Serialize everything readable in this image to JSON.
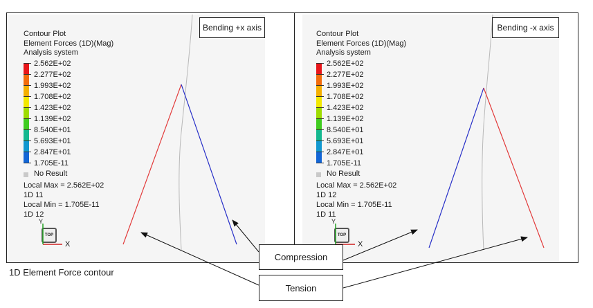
{
  "colors": {
    "scale": [
      "#e8161b",
      "#f36c0b",
      "#f5b000",
      "#f2e800",
      "#9edc00",
      "#3fcc1f",
      "#14b88f",
      "#1198d0",
      "#1366d6",
      "#0f18b5"
    ],
    "compression_line": "#2830c8",
    "tension_line": "#e23a3a",
    "reference_line": "#b8b8b8"
  },
  "legend": {
    "title_line1": "Contour Plot",
    "title_line2": "Element Forces (1D)(Mag)",
    "title_line3": "Analysis system",
    "levels": [
      "2.562E+02",
      "2.277E+02",
      "1.993E+02",
      "1.708E+02",
      "1.423E+02",
      "1.139E+02",
      "8.540E+01",
      "5.693E+01",
      "2.847E+01",
      "1.705E-11"
    ],
    "no_result": "No Result"
  },
  "left_panel": {
    "label": "Bending +x axis",
    "local_max": "Local Max =  2.562E+02",
    "max_element": "1D 11",
    "local_min": "Local Min =  1.705E-11",
    "min_element": "1D 12",
    "triad_top": "TOP",
    "triad_x": "X",
    "triad_y": "Y"
  },
  "right_panel": {
    "label": "Bending -x axis",
    "local_max": "Local Max =  2.562E+02",
    "max_element": "1D 12",
    "local_min": "Local Min =  1.705E-11",
    "min_element": "1D 11",
    "triad_top": "TOP",
    "triad_x": "X",
    "triad_y": "Y"
  },
  "caption": "1D Element Force contour",
  "callouts": {
    "compression": "Compression",
    "tension": "Tension"
  }
}
